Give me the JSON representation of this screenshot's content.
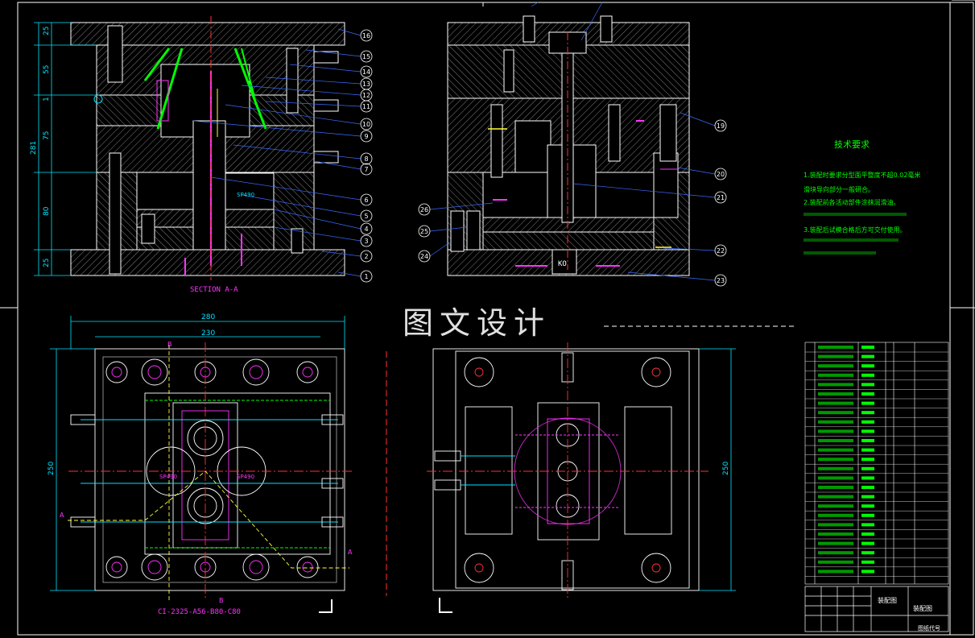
{
  "drawing": {
    "section_label": "SECTION A-A",
    "part_code": "CI-2325-A56-B80-C80",
    "watermark": "图文设计",
    "section_markers": {
      "a": "A",
      "b": "B"
    },
    "spec_marks": [
      "SP490",
      "SP490",
      "SP490"
    ],
    "ko_label": "KO"
  },
  "dimensions": {
    "left_vertical": [
      "25",
      "55",
      "1",
      "75",
      "281",
      "80",
      "25"
    ],
    "plan_width_outer": "280",
    "plan_width_inner": "230",
    "plan_height_left": "250",
    "plan_height_right": "250"
  },
  "balloons_left": [
    "16",
    "15",
    "14",
    "13",
    "12",
    "11",
    "10",
    "9",
    "8",
    "7",
    "6",
    "5",
    "4",
    "3",
    "2",
    "1"
  ],
  "balloons_right": [
    "19",
    "20",
    "21",
    "22",
    "23",
    "24",
    "25",
    "26"
  ],
  "tech_requirements": {
    "title": "技术要求",
    "lines": [
      "1.装配时要求分型面平整度不超0.02毫米",
      "滑块导向部分一般研合。",
      "2.装配前各活动部件涂抹润滑油。",
      "3.装配后试模合格后方可交付使用。"
    ]
  },
  "title_block": {
    "name1": "装配图",
    "name2": "装配图",
    "code": "图纸代号"
  },
  "colors": {
    "background": "#000000",
    "outline": "#ffffff",
    "hatch": "#8a8a8a",
    "dimension": "#00e5ff",
    "green": "#00ff00",
    "magenta": "#ff33ff",
    "yellow": "#ffff33",
    "red": "#ff3030",
    "center": "#ff3030",
    "blue_leader": "#3b6bff"
  }
}
